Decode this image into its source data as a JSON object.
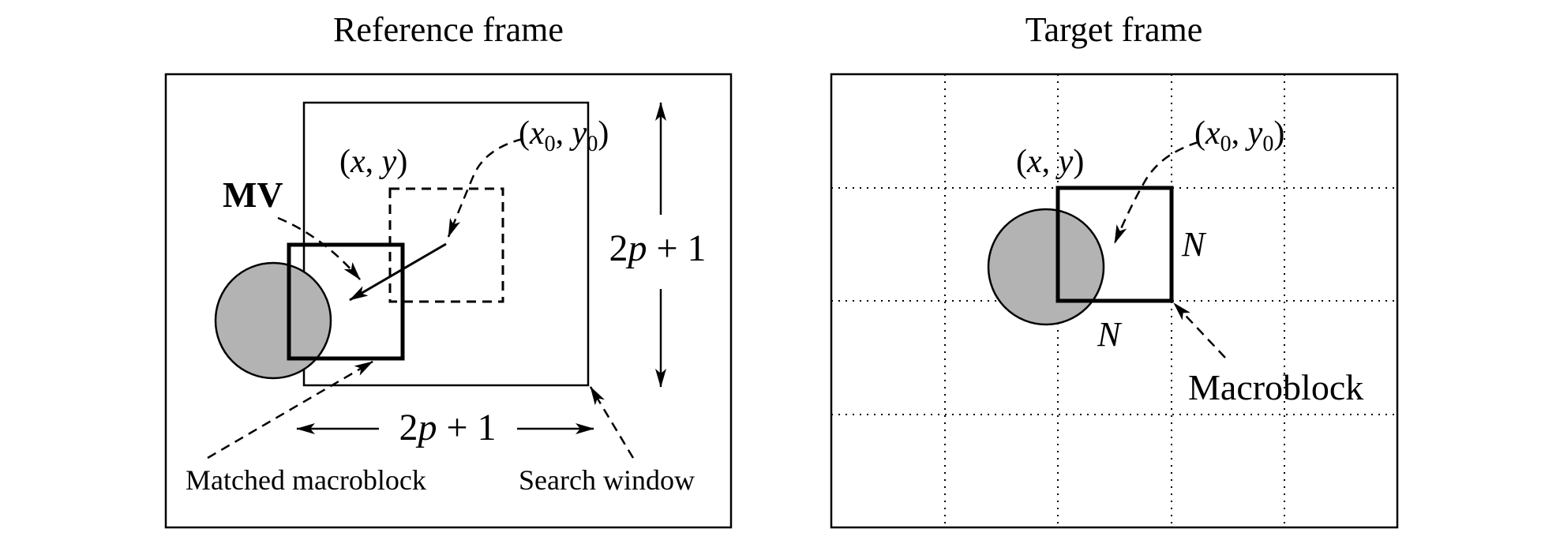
{
  "reference": {
    "title": "Reference frame",
    "mv_label": "MV",
    "xy_open": "(",
    "x": "x",
    "comma": ", ",
    "y": "y",
    "xy_close": ")",
    "x0": "x",
    "sub0": "0",
    "y0": "y",
    "p_two": "2",
    "p_var": "p",
    "p_plus": " + 1",
    "matched_label": "Matched macroblock",
    "search_label": "Search window"
  },
  "target": {
    "title": "Target frame",
    "n_label": "N",
    "macroblock_label": "Macroblock"
  },
  "colors": {
    "object_fill": "#b3b3b3",
    "stroke": "#000000"
  }
}
